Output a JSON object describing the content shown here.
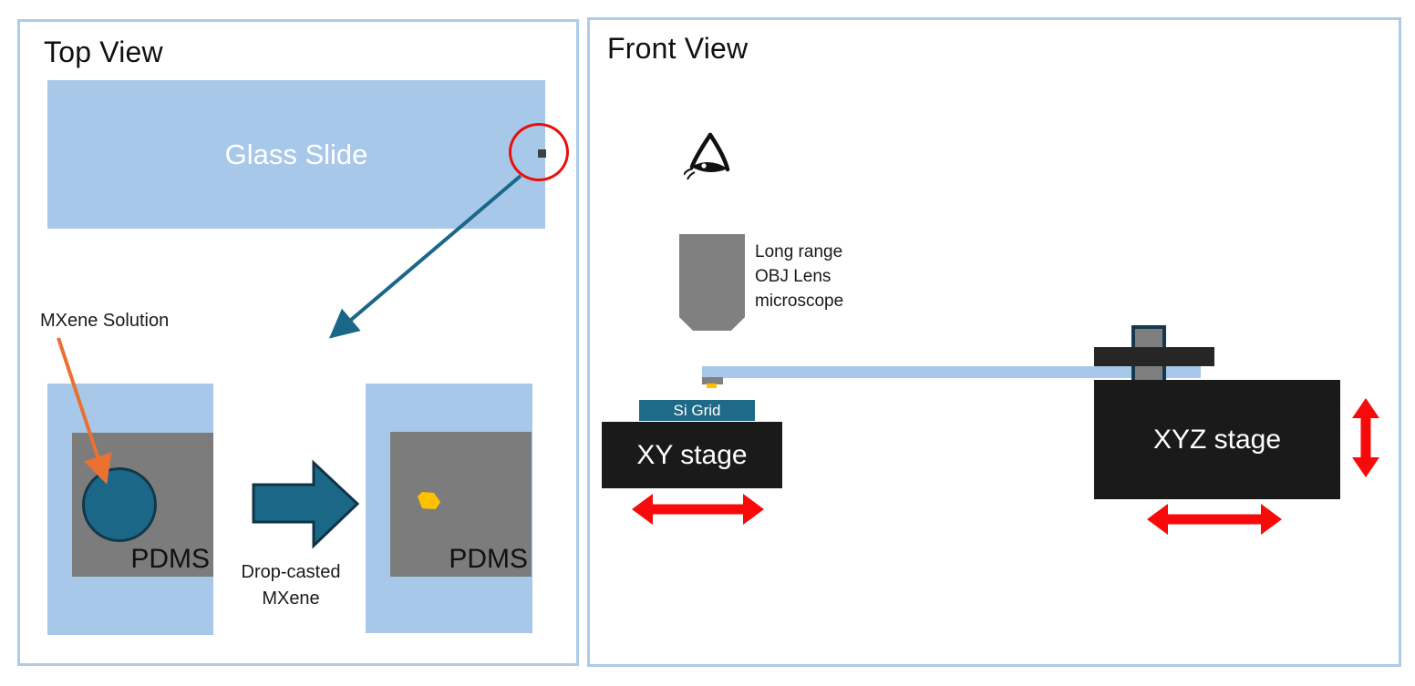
{
  "panels": {
    "top_view": {
      "title": "Top View",
      "glass_slide_label": "Glass Slide",
      "mxene_solution_label": "MXene Solution",
      "pdms_label_1": "PDMS",
      "pdms_label_2": "PDMS",
      "process_caption_line1": "Drop-casted",
      "process_caption_line2": "MXene"
    },
    "front_view": {
      "title": "Front View",
      "lens_caption_line1": "Long range",
      "lens_caption_line2": "OBJ Lens",
      "lens_caption_line3": "microscope",
      "si_grid_label": "Si Grid",
      "xy_stage_label": "XY stage",
      "xyz_stage_label": "XYZ stage"
    }
  },
  "icons": {
    "eye": "eye-icon (observer / viewing direction)",
    "zoom_circle": "red circle callout around MXene flake on glass slide",
    "zoom_arrow": "teal callout arrow from circled flake to drop-cast step",
    "mxene_solution_arrow": "orange arrow pointing at MXene solution droplet",
    "process_arrow": "teal block arrow (drop-casting step)",
    "xy_motion_arrow": "red horizontal double arrow under XY stage",
    "xyz_x_motion_arrow": "red horizontal double arrow under XYZ stage",
    "xyz_z_motion_arrow": "red vertical double arrow beside XYZ stage"
  },
  "colors": {
    "panel_border": "#AECBE8",
    "light_blue": "#A8C8EA",
    "teal": "#1B6788",
    "teal_dark_border": "#0F3447",
    "si_grid_teal": "#1E6A87",
    "orange": "#E97132",
    "yellow": "#FFC000",
    "red": "#FF0000",
    "annotation_red": "#E8100C",
    "pdms_gray": "#7C7C7C",
    "lens_gray": "#808080",
    "flake_dark_gray": "#404040",
    "stage_black": "#1A1A1A",
    "clamp_black": "#262626",
    "screw_gray": "#7F7F7F",
    "screw_border": "#16384C"
  }
}
